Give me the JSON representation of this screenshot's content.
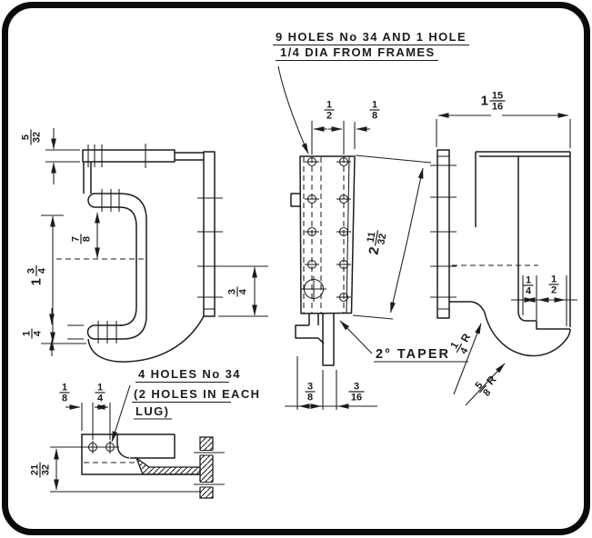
{
  "colors": {
    "ink": "#1c1c1c",
    "paper": "#ffffff",
    "frame": "#0a0a0a"
  },
  "notes": {
    "holes1": "9 HOLES No 34 AND 1 HOLE",
    "holes2": "1/4 DIA FROM FRAMES",
    "taper": "2° TAPER",
    "lug1": "4 HOLES No 34",
    "lug2": "(2 HOLES IN EACH",
    "lug3": "LUG)"
  },
  "dims": {
    "bar_thickness": {
      "num": "5",
      "den": "32"
    },
    "lug_to_center": {
      "num": "7",
      "den": "8"
    },
    "overall_height": {
      "whole": "1",
      "num": "3",
      "den": "4"
    },
    "lug_thickness": {
      "num": "1",
      "den": "4"
    },
    "plate_tail": {
      "num": "3",
      "den": "4"
    },
    "hole_cols_span": {
      "num": "1",
      "den": "2"
    },
    "col_to_edge": {
      "num": "1",
      "den": "8"
    },
    "taper_face": {
      "whole": "2",
      "num": "11",
      "den": "32"
    },
    "foot_offset": {
      "num": "3",
      "den": "8"
    },
    "bar_offset": {
      "num": "3",
      "den": "16"
    },
    "overall_depth": {
      "whole": "1",
      "num": "15",
      "den": "16"
    },
    "notch_depth": {
      "num": "1",
      "den": "4"
    },
    "notch_width": {
      "num": "1",
      "den": "2"
    },
    "fillet_r": {
      "num": "1",
      "den": "4",
      "suffix": "R"
    },
    "bulge_r": {
      "num": "5",
      "den": "8",
      "suffix": "R"
    },
    "section_height": {
      "num": "21",
      "den": "32"
    },
    "hole_edge": {
      "num": "1",
      "den": "8"
    },
    "hole_pitch": {
      "num": "1",
      "den": "4"
    }
  }
}
